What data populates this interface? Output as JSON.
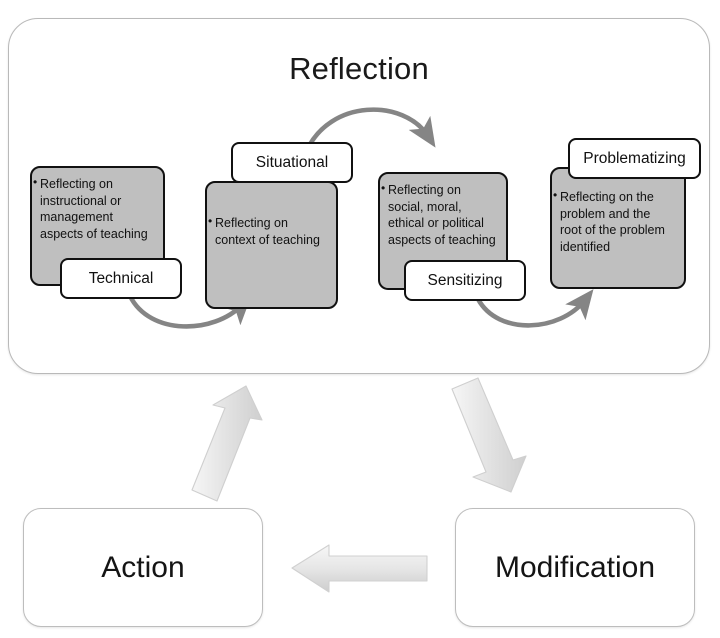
{
  "diagram": {
    "title": "Reflection",
    "stages": [
      {
        "label": "Technical",
        "body": "Reflecting on instructional or management aspects of teaching"
      },
      {
        "label": "Situational",
        "body": "Reflecting on context of teaching"
      },
      {
        "label": "Sensitizing",
        "body": "Reflecting on social, moral, ethical or political aspects of teaching"
      },
      {
        "label": "Problematizing",
        "body": "Reflecting on the problem and the root of the problem identified"
      }
    ],
    "nodes": [
      {
        "label": "Action"
      },
      {
        "label": "Modification"
      }
    ],
    "connectors": [
      {
        "name": "technical-to-situational",
        "shape": "curve-down",
        "direction": "right"
      },
      {
        "name": "situational-to-sensitizing",
        "shape": "curve-up",
        "direction": "right"
      },
      {
        "name": "sensitizing-to-problematizing",
        "shape": "curve-down",
        "direction": "right"
      },
      {
        "name": "action-to-reflection",
        "shape": "block-arrow",
        "direction": "up-right"
      },
      {
        "name": "reflection-to-modification",
        "shape": "block-arrow",
        "direction": "down-right"
      },
      {
        "name": "modification-to-action",
        "shape": "block-arrow",
        "direction": "left"
      }
    ],
    "colors": {
      "stage_fill": "#bfbfbf",
      "stage_border": "#111111",
      "panel_border": "#b9b9b9",
      "node_border": "#bdbdbd",
      "curve_arrow": "#808080",
      "block_arrow_fill": "#e2e2e2",
      "background": "#ffffff"
    }
  }
}
